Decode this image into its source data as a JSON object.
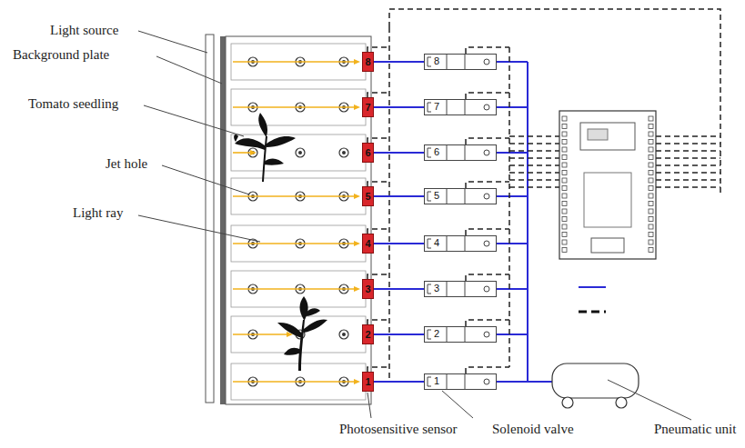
{
  "diagram": {
    "nodes": [
      {
        "text": [
          "8"
        ]
      },
      {
        "text": [
          "7"
        ]
      },
      {
        "text": [
          "6"
        ]
      },
      {
        "text": [
          "5"
        ]
      },
      {
        "text": [
          "4"
        ]
      },
      {
        "text": [
          "3"
        ]
      },
      {
        "text": [
          "2"
        ]
      },
      {
        "text": [
          "1"
        ]
      },
      {
        "text": [
          "8"
        ]
      },
      {
        "text": [
          "7"
        ]
      },
      {
        "text": [
          "6"
        ]
      },
      {
        "text": [
          "5"
        ]
      },
      {
        "text": [
          "4"
        ]
      },
      {
        "text": [
          "3"
        ]
      },
      {
        "text": [
          "2"
        ]
      },
      {
        "text": [
          "1"
        ]
      }
    ],
    "edges": [
      {
        "from": 0,
        "to": 8,
        "arrow": "none"
      },
      {
        "from": 1,
        "to": 9,
        "arrow": "none"
      },
      {
        "from": 2,
        "to": 10,
        "arrow": "none"
      },
      {
        "from": 3,
        "to": 11,
        "arrow": "none"
      },
      {
        "from": 4,
        "to": 12,
        "arrow": "none"
      },
      {
        "from": 5,
        "to": 13,
        "arrow": "none"
      },
      {
        "from": 6,
        "to": 14,
        "arrow": "none"
      },
      {
        "from": 7,
        "to": 15,
        "arrow": "none"
      }
    ],
    "labels": [
      "Light source",
      "Background plate",
      "Tomato seedling",
      "Jet hole",
      "Light ray",
      "Photosensitive sensor",
      "Solenoid valve",
      "Pneumatic unit"
    ]
  }
}
